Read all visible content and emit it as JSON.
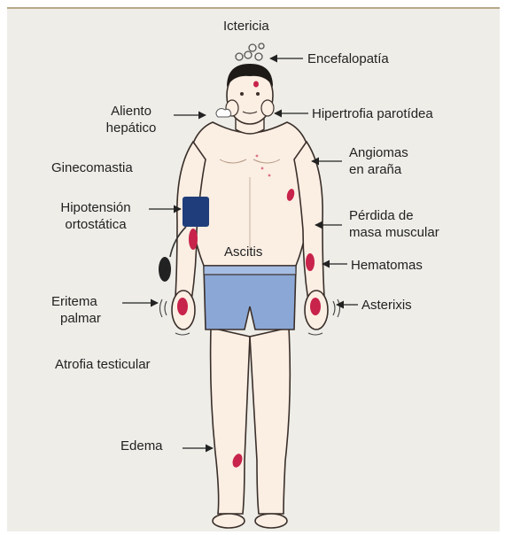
{
  "labels": {
    "icterus": "Ictericia",
    "encephalopathy": "Encefalopatía",
    "liver_breath_1": "Aliento",
    "liver_breath_2": "hepático",
    "parotid": "Hipertrofia parotídea",
    "gynecomastia": "Ginecomastia",
    "angiomas_1": "Angiomas",
    "angiomas_2": "en araña",
    "hypotension_1": "Hipotensión",
    "hypotension_2": "ortostática",
    "muscle_loss_1": "Pérdida de",
    "muscle_loss_2": "masa muscular",
    "ascites": "Ascitis",
    "hematomas": "Hematomas",
    "palmar_1": "Eritema",
    "palmar_2": "palmar",
    "asterixis": "Asterixis",
    "testicular": "Atrofia testicular",
    "edema": "Edema"
  },
  "colors": {
    "background": "#eeede8",
    "skin": "#fbeee3",
    "outline": "#3a2f2a",
    "lesion": "#c8234a",
    "shorts": "#8ba7d6",
    "cuff": "#1f3d7a",
    "accent_line": "#b9a98a"
  }
}
